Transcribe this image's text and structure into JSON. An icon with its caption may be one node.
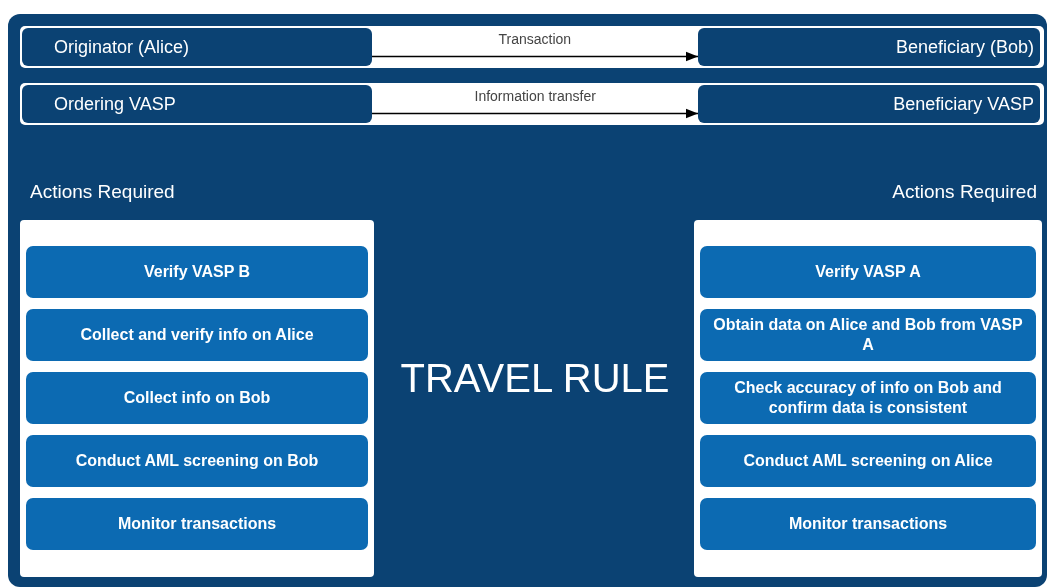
{
  "diagram": {
    "nodes": [
      {
        "text": [
          "Originator (Alice)"
        ]
      },
      {
        "text": [
          "Beneficiary (Bob)"
        ]
      },
      {
        "text": [
          "Ordering VASP"
        ]
      },
      {
        "text": [
          "Beneficiary VASP"
        ]
      },
      {
        "text": [
          "Actions Required"
        ]
      },
      {
        "text": [
          "Verify VASP B"
        ],
        "in": 4
      },
      {
        "text": [
          "Collect and verify info on Alice"
        ],
        "in": 4
      },
      {
        "text": [
          "Collect info on Bob"
        ],
        "in": 4
      },
      {
        "text": [
          "Conduct AML screening on Bob"
        ],
        "in": 4
      },
      {
        "text": [
          "Monitor transactions"
        ],
        "in": 4
      },
      {
        "text": [
          "Actions Required"
        ]
      },
      {
        "text": [
          "Verify VASP A"
        ],
        "in": 10
      },
      {
        "text": [
          "Obtain data on Alice and Bob from VASP A"
        ],
        "in": 10
      },
      {
        "text": [
          "Check accuracy of info on Bob and confirm data is consistent"
        ],
        "in": 10
      },
      {
        "text": [
          "Conduct AML screening on Alice"
        ],
        "in": 10
      },
      {
        "text": [
          "Monitor transactions"
        ],
        "in": 10
      }
    ],
    "edges": [
      {
        "from": 0,
        "to": 1,
        "arrow": "to",
        "label": "Transaction"
      },
      {
        "from": 2,
        "to": 3,
        "arrow": "to",
        "label": "Information transfer"
      }
    ],
    "labels": [
      "TRAVEL RULE"
    ]
  }
}
